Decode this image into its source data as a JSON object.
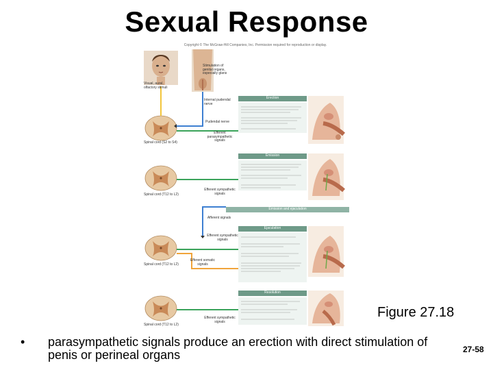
{
  "title": "Sexual Response",
  "copyright": "Copyright © The McGraw-Hill Companies, Inc. Permission required for reproduction or display.",
  "figure": {
    "label": "Figure 27.18",
    "labels": {
      "visual": "Visual, aural, olfactory stimuli",
      "tactile": "Stimulation of genital organs, especially glans",
      "internal_pudendal": "Internal pudendal nerve",
      "pudendal": "Pudendal nerve",
      "para_signals": "Efferent parasympathetic signals",
      "symp_signals_1": "Efferent sympathetic signals",
      "afferent": "Afferent signals",
      "symp_signals_2": "Efferent sympathetic signals",
      "somatic": "Efferent somatic signals",
      "symp_signals_3": "Efferent sympathetic signals",
      "spinal_1": "Spinal cord (S2 to S4)",
      "spinal_2": "Spinal cord (T12 to L2)",
      "spinal_3": "Spinal cord (T12 to L2)",
      "spinal_4": "Spinal cord (T12 to L2)"
    },
    "banners": {
      "erection": "Erection",
      "emission": "Emission",
      "ejaculation": "Ejaculation",
      "resolution": "Resolution",
      "phase2": "Emission and ejaculation"
    }
  },
  "bullet": "parasympathetic signals produce an erection with direct stimulation of penis or perineal organs",
  "bullet_symbol": "•",
  "page_number": "27-58"
}
